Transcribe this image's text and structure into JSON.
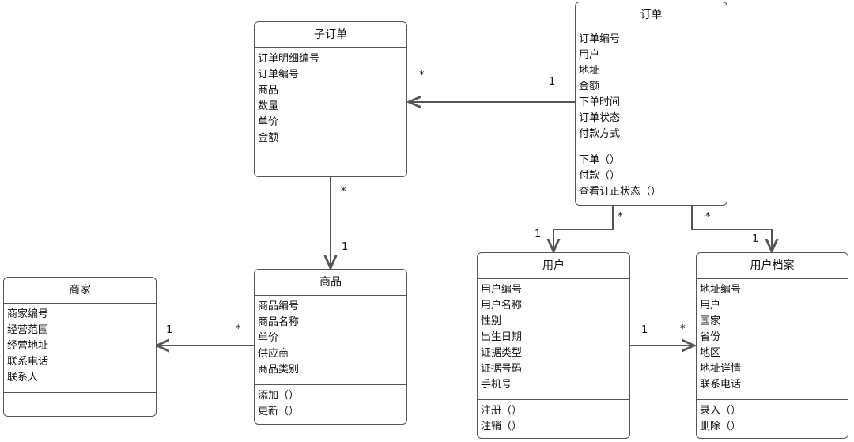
{
  "classes": {
    "suborder": {
      "name": "子订单",
      "attributes": [
        "订单明细编号",
        "订单编号",
        "商品",
        "数量",
        "单价",
        "金额"
      ],
      "methods": []
    },
    "order": {
      "name": "订单",
      "attributes": [
        "订单编号",
        "用户",
        "地址",
        "金额",
        "下单时间",
        "订单状态",
        "付款方式"
      ],
      "methods": [
        "下单（）",
        "付款（）",
        "查看订正状态（）"
      ]
    },
    "merchant": {
      "name": "商家",
      "attributes": [
        "商家编号",
        "经营范围",
        "经营地址",
        "联系电话",
        "联系人"
      ],
      "methods": []
    },
    "product": {
      "name": "商品",
      "attributes": [
        "商品编号",
        "商品名称",
        "单价",
        "供应商",
        "商品类别"
      ],
      "methods": [
        "添加（）",
        "更新（）"
      ]
    },
    "user": {
      "name": "用户",
      "attributes": [
        "用户编号",
        "用户名称",
        "性别",
        "出生日期",
        "证据类型",
        "证据号码",
        "手机号"
      ],
      "methods": [
        "注册（）",
        "注销（）"
      ]
    },
    "profile": {
      "name": "用户档案",
      "attributes": [
        "地址编号",
        "用户",
        "国家",
        "省份",
        "地区",
        "地址详情",
        "联系电话"
      ],
      "methods": [
        "录入（）",
        "删除（）"
      ]
    }
  },
  "multiplicities": {
    "order_suborder_source": "1",
    "order_suborder_target": "*",
    "suborder_product_source": "*",
    "suborder_product_target": "1",
    "product_merchant_source": "*",
    "product_merchant_target": "1",
    "order_user_source": "*",
    "order_user_target": "1",
    "order_profile_source": "*",
    "order_profile_target": "1",
    "user_profile_source": "1",
    "user_profile_target": "*"
  }
}
